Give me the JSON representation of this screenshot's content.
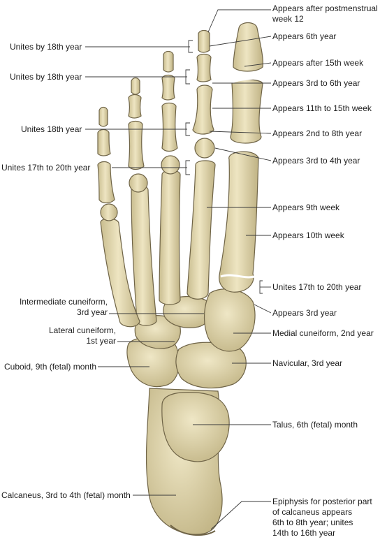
{
  "labels_right": [
    "Appears after postmenstrual\nweek 12",
    "Appears 6th year",
    "Appears after 15th week",
    "Appears 3rd to 6th year",
    "Appears 11th to 15th week",
    "Appears 2nd to 8th year",
    "Appears 3rd to 4th year",
    "Appears 9th week",
    "Appears 10th week",
    "Unites 17th to 20th year",
    "Appears 3rd year",
    "Medial cuneiform, 2nd year",
    "Navicular, 3rd year",
    "Talus, 6th (fetal) month",
    "Epiphysis for posterior part\nof calcaneus appears\n6th to 8th year; unites\n14th to 16th year"
  ],
  "labels_left": [
    "Unites by 18th year",
    "Unites by 18th year",
    "Unites 18th year",
    "Unites 17th to 20th year",
    "Intermediate cuneiform,\n3rd year",
    "Lateral cuneiform,\n1st year",
    "Cuboid, 9th (fetal) month",
    "Calcaneus, 3rd to 4th (fetal) month"
  ],
  "colors": {
    "bone_fill": "#e6dcb4",
    "bone_shade": "#b9ab7c",
    "bone_outline": "#6f6447",
    "leader_line": "#3a3a3a"
  }
}
